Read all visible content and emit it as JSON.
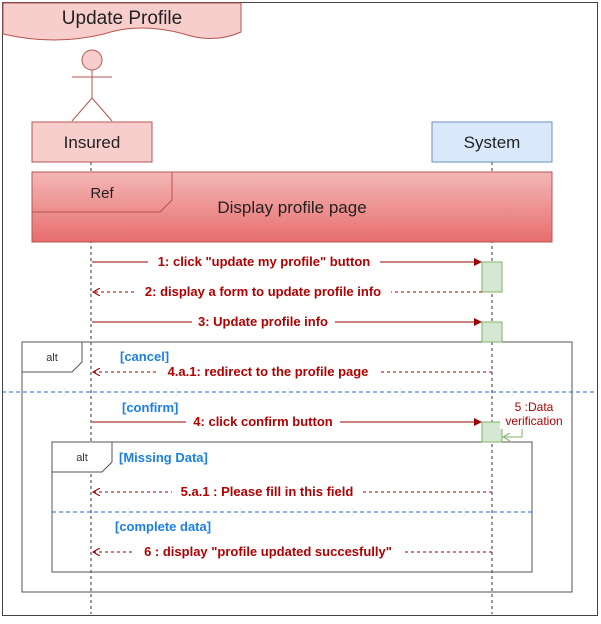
{
  "diagram": {
    "title": "Update Profile",
    "actor": "Insured",
    "system": "System",
    "ref": {
      "tag": "Ref",
      "text": "Display profile page"
    },
    "messages": {
      "m1": "1: click \"update my profile\" button",
      "m2": "2: display a form to update profile info",
      "m3": "3: Update profile info",
      "m4a1": "4.a.1: redirect to the profile page",
      "m4": "4: click confirm button",
      "m5_line1": "5 :Data",
      "m5_line2": "verification",
      "m5a1": "5.a.1 : Please fill in this field",
      "m6": "6 : display \"profile updated succesfully\""
    },
    "outer_alt": {
      "tag": "alt",
      "guard_1": "[cancel]",
      "guard_2": "[confirm]"
    },
    "inner_alt": {
      "tag": "alt",
      "guard_1": "[Missing Data]",
      "guard_2": "[complete data]"
    },
    "colors": {
      "message": "#b20000",
      "guard": "#1a7fe8",
      "actor_fill": "#f8cecc",
      "actor_stroke": "#b85450",
      "system_fill": "#dae8fc",
      "system_stroke": "#6c8ebf",
      "activation_fill": "#d5e8d4",
      "activation_stroke": "#82b366"
    }
  }
}
